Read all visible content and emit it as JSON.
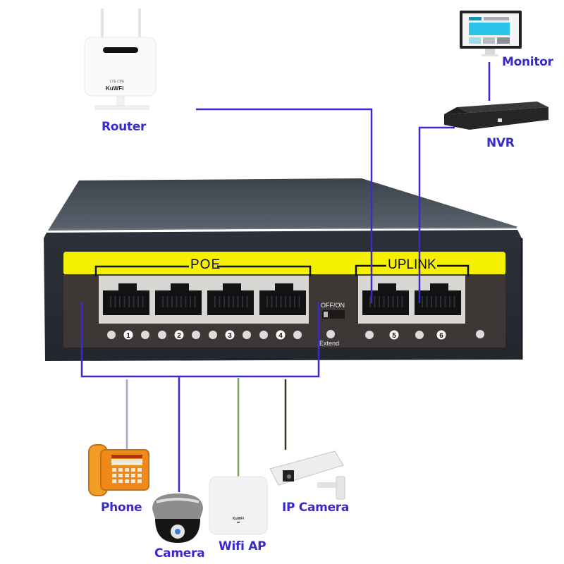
{
  "diagram": {
    "title": "PoE Switch Network Topology",
    "colors": {
      "label": "#3a2bc9",
      "cable_main": "#3a2bc9",
      "cable_phone": "#a8a6c9",
      "cable_wifi": "#7aa35a",
      "cable_ipcam": "#3b3320",
      "switch_body": "#2b3139",
      "switch_top": "#525b66",
      "panel_yellow": "#f4f000",
      "panel_face": "#3d3836"
    },
    "devices": {
      "router": {
        "label": "Router",
        "brand": "KuWFi",
        "sub_brand": "LTE CPE"
      },
      "monitor": {
        "label": "Monitor"
      },
      "nvr": {
        "label": "NVR"
      },
      "phone": {
        "label": "Phone"
      },
      "camera": {
        "label": "Camera"
      },
      "wifi_ap": {
        "label": "Wifi AP",
        "brand": "KuWFi"
      },
      "ip_camera": {
        "label": "IP Camera"
      }
    },
    "switch": {
      "poe_group_label": "POE",
      "uplink_group_label": "UPLINK",
      "switch_label": "OFF/ON",
      "extend_label": "Extend",
      "poe_ports": [
        "1",
        "2",
        "3",
        "4"
      ],
      "uplink_ports": [
        "5",
        "6"
      ]
    },
    "connections": [
      {
        "from": "Router",
        "to": "Port 5"
      },
      {
        "from": "NVR",
        "to": "Port 6"
      },
      {
        "from": "Monitor",
        "to": "NVR"
      },
      {
        "from": "POE ports",
        "to": "Phone"
      },
      {
        "from": "POE ports",
        "to": "Camera"
      },
      {
        "from": "POE ports",
        "to": "Wifi AP"
      },
      {
        "from": "POE ports",
        "to": "IP Camera"
      }
    ]
  }
}
